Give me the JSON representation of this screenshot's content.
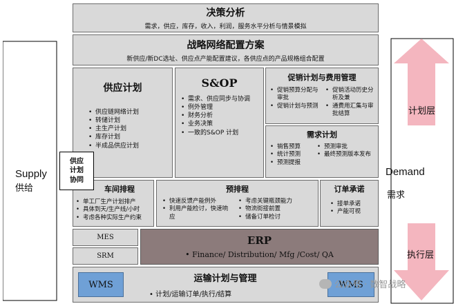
{
  "top": {
    "title": "决策分析",
    "subtitle": "需求，供应，库存，收入，利润，服务水平分析与情景模拟"
  },
  "network": {
    "title": "战略网络配置方案",
    "subtitle": "新供应/新DC选址、供应点产能配置建议，各供应点的产品规格组合配置"
  },
  "supply_plan": {
    "title": "供应计划",
    "items": [
      "供应链网络计划",
      "转储计划",
      "主生产计划",
      "库存计划",
      "半成品供应计划"
    ]
  },
  "sop": {
    "title": "S&OP",
    "items": [
      "需求、供应同步与协调",
      "例外管理",
      "财务分析",
      "业务决策",
      "一致的S&OP 计划"
    ]
  },
  "promo": {
    "title": "促销计划与费用管理",
    "left_items": [
      "促销预算分配与审批",
      "促销计划与预测"
    ],
    "right_items": [
      "促销活动历史分析及兼",
      "通费用汇集与审批结算"
    ]
  },
  "demand_plan": {
    "title": "需求计划",
    "left_items": [
      "销售预算",
      "统计预测",
      "预测提报"
    ],
    "right_items": [
      "预测审批",
      "最终预测版本发布"
    ]
  },
  "overlap": {
    "lines": [
      "供应",
      "计划",
      "协同"
    ]
  },
  "workshop": {
    "title": "车间排程",
    "items": [
      "单工厂生产计划排产",
      "具体到天/生产线/小时",
      "考虑各种实际生产约束"
    ]
  },
  "prescheduling": {
    "title": "预排程",
    "left_items": [
      "快速反馈产能例外",
      "利用产能检讨，快速响应"
    ],
    "right_items": [
      "考虑关键瓶颈能力",
      "物流街接前置",
      "储备订单检讨"
    ]
  },
  "order_commit": {
    "title": "订单承诺",
    "items": [
      "接单承诺",
      "产能可视"
    ]
  },
  "mes": {
    "label": "MES"
  },
  "srm": {
    "label": "SRM"
  },
  "erp": {
    "title": "ERP",
    "subtitle": "• Finance/ Distribution/ Mfg /Cost/ QA"
  },
  "transport": {
    "wms_left": "WMS",
    "wms_right": "WMS",
    "title": "运输计划与管理",
    "subtitle": "• 计划/运输订单/执行/结算",
    "watermark": "公众号 · 数智战略"
  },
  "supply_side": {
    "label_en": "Supply",
    "label_cn": "供给"
  },
  "demand_side": {
    "label_en": "Demand",
    "label_cn": "需求",
    "plan_layer": "计划层",
    "exec_layer": "执行层"
  },
  "colors": {
    "panel": "#d9d9d9",
    "erp_band": "#8c7b7b",
    "wms_box": "#6fa0d6",
    "arrow_pink": "#f4b6bf"
  }
}
